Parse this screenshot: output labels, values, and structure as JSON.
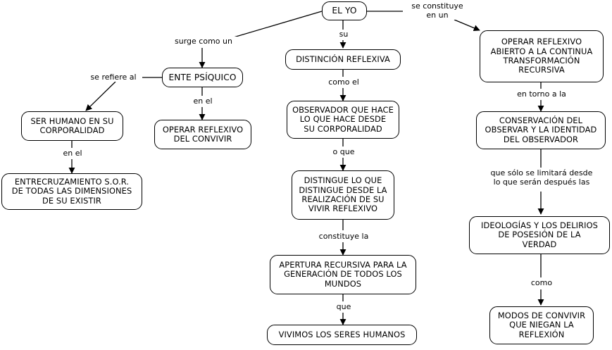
{
  "diagram": {
    "title": "EL YO",
    "background_color": "#ffffff",
    "line_color": "#000000",
    "text_color": "#000000",
    "nodes": [
      {
        "id": "el-yo",
        "label": "EL YO"
      },
      {
        "id": "ente-psiquico",
        "label": "ENTE PSÍQUICO"
      },
      {
        "id": "ser-humano",
        "label": "SER HUMANO EN SU\nCORPORALIDAD"
      },
      {
        "id": "entrecruzamiento",
        "label": "ENTRECRUZAMIENTO S.O.R.\nDE TODAS LAS DIMENSIONES\nDE SU EXISTIR"
      },
      {
        "id": "operar-convivir",
        "label": "OPERAR REFLEXIVO\nDEL CONVIVIR"
      },
      {
        "id": "distincion",
        "label": "DISTINCIÓN REFLEXIVA"
      },
      {
        "id": "observador",
        "label": "OBSERVADOR QUE HACE\nLO QUE HACE DESDE\nSU CORPORALIDAD"
      },
      {
        "id": "distingue",
        "label": "DISTINGUE LO QUE\nDISTINGUE DESDE LA\nREALIZACIÓN DE SU\nVIVIR REFLEXIVO"
      },
      {
        "id": "apertura",
        "label": "APERTURA RECURSIVA PARA LA\nGENERACIÓN DE TODOS LOS\nMUNDOS"
      },
      {
        "id": "vivimos",
        "label": "VIVIMOS LOS SERES HUMANOS"
      },
      {
        "id": "operar-abierto",
        "label": "OPERAR REFLEXIVO\nABIERTO A LA CONTINUA\nTRANSFORMACIÓN\nRECURSIVA"
      },
      {
        "id": "conservacion",
        "label": "CONSERVACIÓN DEL\nOBSERVAR Y LA IDENTIDAD\nDEL OBSERVADOR"
      },
      {
        "id": "ideologias",
        "label": "IDEOLOGÍAS Y LOS DELIRIOS\nDE POSESIÓN DE LA\nVERDAD"
      },
      {
        "id": "modos",
        "label": "MODOS DE CONVIVIR\nQUE NIEGAN LA\nREFLEXIÓN"
      }
    ],
    "link_labels": [
      {
        "id": "surge-como-un",
        "text": "surge como un"
      },
      {
        "id": "se-constituye-en-un",
        "text": "se constituye\nen un"
      },
      {
        "id": "su",
        "text": "su"
      },
      {
        "id": "se-refiere-al",
        "text": "se refiere al"
      },
      {
        "id": "en-el-1",
        "text": "en el"
      },
      {
        "id": "en-el-2",
        "text": "en el"
      },
      {
        "id": "como-el",
        "text": "como el"
      },
      {
        "id": "o-que",
        "text": "o que"
      },
      {
        "id": "constituye-la",
        "text": "constituye la"
      },
      {
        "id": "que",
        "text": "que"
      },
      {
        "id": "en-torno-a-la",
        "text": "en torno a la"
      },
      {
        "id": "que-solo-se-limitara",
        "text": "que sólo se limitará desde\nlo que serán después las"
      },
      {
        "id": "como",
        "text": "como"
      }
    ]
  }
}
